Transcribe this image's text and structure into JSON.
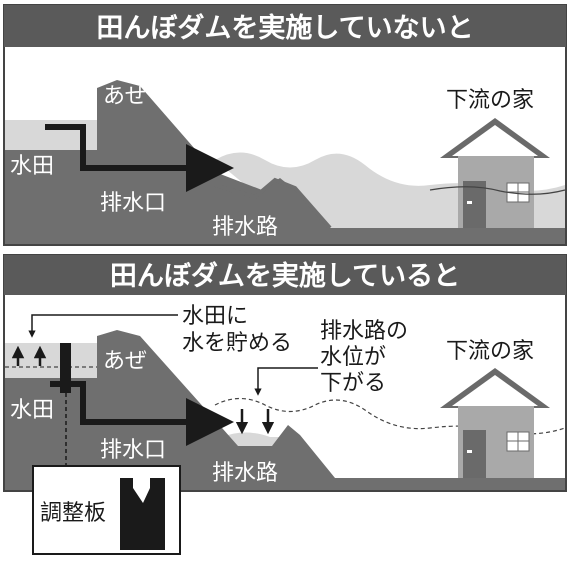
{
  "panel_top": {
    "header": "田んぼダムを実施していないと",
    "labels": {
      "aze": "あぜ",
      "suiden": "水田",
      "haisuikou": "排水口",
      "haisuiro": "排水路",
      "house": "下流の家"
    }
  },
  "panel_bottom": {
    "header": "田んぼダムを実施していると",
    "labels": {
      "aze": "あぜ",
      "suiden": "水田",
      "haisuikou": "排水口",
      "haisuiro": "排水路",
      "house": "下流の家",
      "store_line1": "水田に",
      "store_line2": "水を貯める",
      "level_line1": "排水路の",
      "level_line2": "水位が",
      "level_line3": "下がる",
      "plate": "調整板"
    }
  },
  "colors": {
    "header_bg": "#5a5a5a",
    "ground": "#6f6f6f",
    "water": "#d8d8d8",
    "house": "#a9a9a9",
    "roof": "#6a6a6a",
    "arrow": "#1a1a1a"
  }
}
